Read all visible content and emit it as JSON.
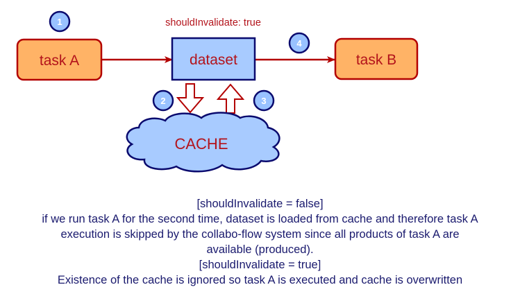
{
  "colors": {
    "task_fill": "#ffb366",
    "task_stroke": "#b30000",
    "label_red": "#b3131b",
    "dataset_fill": "#a8cbff",
    "navy": "#0a0a6e",
    "badge_fill": "#99c2ff",
    "caption_text": "#1a1a6e"
  },
  "nodes": {
    "task_a": {
      "label": "task A"
    },
    "dataset": {
      "label": "dataset"
    },
    "task_b": {
      "label": "task B"
    },
    "cache": {
      "label": "CACHE"
    }
  },
  "annotation": "shouldInvalidate: true",
  "badges": [
    "1",
    "2",
    "3",
    "4"
  ],
  "caption": [
    "[shouldInvalidate = false]",
    "if we run task A for the second time, dataset is loaded from cache and therefore task A",
    "execution is skipped by the collabo-flow system since all products of task A are",
    "available (produced).",
    "[shouldInvalidate = true]",
    "Existence of the cache is ignored so task A is executed and cache is overwritten"
  ]
}
